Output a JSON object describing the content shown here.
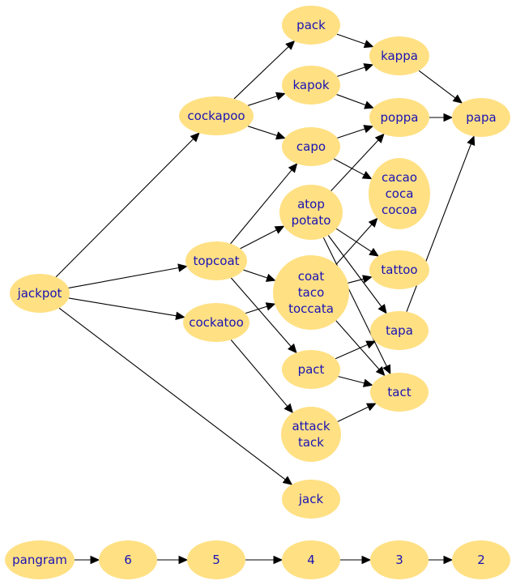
{
  "colors": {
    "node_fill": "#ffe083",
    "label": "#1a12b4",
    "edge": "#000000",
    "background": "#ffffff"
  },
  "nodes": [
    {
      "id": "jackpot",
      "lines": [
        "jackpot"
      ]
    },
    {
      "id": "cockapoo",
      "lines": [
        "cockapoo"
      ]
    },
    {
      "id": "topcoat",
      "lines": [
        "topcoat"
      ]
    },
    {
      "id": "cockatoo",
      "lines": [
        "cockatoo"
      ]
    },
    {
      "id": "pack",
      "lines": [
        "pack"
      ]
    },
    {
      "id": "kapok",
      "lines": [
        "kapok"
      ]
    },
    {
      "id": "capo",
      "lines": [
        "capo"
      ]
    },
    {
      "id": "atop-potato",
      "lines": [
        "atop",
        "potato"
      ]
    },
    {
      "id": "coat-taco-toccata",
      "lines": [
        "coat",
        "taco",
        "toccata"
      ]
    },
    {
      "id": "pact",
      "lines": [
        "pact"
      ]
    },
    {
      "id": "attack-tack",
      "lines": [
        "attack",
        "tack"
      ]
    },
    {
      "id": "jack",
      "lines": [
        "jack"
      ]
    },
    {
      "id": "kappa",
      "lines": [
        "kappa"
      ]
    },
    {
      "id": "poppa",
      "lines": [
        "poppa"
      ]
    },
    {
      "id": "cacao-coca-cocoa",
      "lines": [
        "cacao",
        "coca",
        "cocoa"
      ]
    },
    {
      "id": "tattoo",
      "lines": [
        "tattoo"
      ]
    },
    {
      "id": "tapa",
      "lines": [
        "tapa"
      ]
    },
    {
      "id": "tact",
      "lines": [
        "tact"
      ]
    },
    {
      "id": "papa",
      "lines": [
        "papa"
      ]
    },
    {
      "id": "pangram",
      "lines": [
        "pangram"
      ]
    },
    {
      "id": "n6",
      "lines": [
        "6"
      ]
    },
    {
      "id": "n5",
      "lines": [
        "5"
      ]
    },
    {
      "id": "n4",
      "lines": [
        "4"
      ]
    },
    {
      "id": "n3",
      "lines": [
        "3"
      ]
    },
    {
      "id": "n2",
      "lines": [
        "2"
      ]
    }
  ],
  "edges": [
    [
      "jackpot",
      "cockapoo"
    ],
    [
      "jackpot",
      "topcoat"
    ],
    [
      "jackpot",
      "cockatoo"
    ],
    [
      "jackpot",
      "jack"
    ],
    [
      "cockapoo",
      "pack"
    ],
    [
      "cockapoo",
      "kapok"
    ],
    [
      "cockapoo",
      "capo"
    ],
    [
      "topcoat",
      "capo"
    ],
    [
      "topcoat",
      "atop-potato"
    ],
    [
      "topcoat",
      "coat-taco-toccata"
    ],
    [
      "topcoat",
      "pact"
    ],
    [
      "cockatoo",
      "coat-taco-toccata"
    ],
    [
      "cockatoo",
      "attack-tack"
    ],
    [
      "pack",
      "kappa"
    ],
    [
      "kapok",
      "kappa"
    ],
    [
      "kapok",
      "poppa"
    ],
    [
      "capo",
      "poppa"
    ],
    [
      "capo",
      "cacao-coca-cocoa"
    ],
    [
      "atop-potato",
      "poppa"
    ],
    [
      "atop-potato",
      "tattoo"
    ],
    [
      "atop-potato",
      "tapa"
    ],
    [
      "atop-potato",
      "tact"
    ],
    [
      "coat-taco-toccata",
      "cacao-coca-cocoa"
    ],
    [
      "coat-taco-toccata",
      "tattoo"
    ],
    [
      "coat-taco-toccata",
      "tact"
    ],
    [
      "pact",
      "tapa"
    ],
    [
      "pact",
      "tact"
    ],
    [
      "attack-tack",
      "tact"
    ],
    [
      "kappa",
      "papa"
    ],
    [
      "poppa",
      "papa"
    ],
    [
      "tapa",
      "papa"
    ],
    [
      "pangram",
      "n6"
    ],
    [
      "n6",
      "n5"
    ],
    [
      "n5",
      "n4"
    ],
    [
      "n4",
      "n3"
    ],
    [
      "n3",
      "n2"
    ]
  ]
}
